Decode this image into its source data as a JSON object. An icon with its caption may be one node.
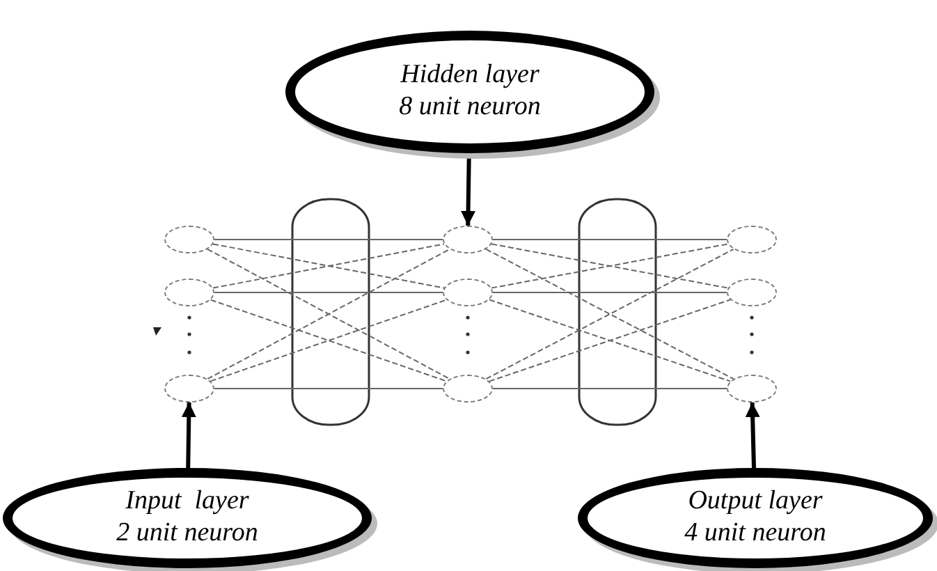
{
  "diagram": {
    "nodes": [
      {
        "text": [
          "Hidden layer",
          "8 unit neuron"
        ]
      },
      {
        "text": [],
        "shape": "ellipse"
      },
      {
        "text": [],
        "shape": "ellipse"
      },
      {
        "text": [],
        "shape": "ellipse"
      },
      {
        "text": [],
        "shape": "ellipse"
      },
      {
        "text": [],
        "shape": "ellipse"
      },
      {
        "text": [],
        "shape": "ellipse"
      },
      {
        "text": [],
        "shape": "ellipse"
      },
      {
        "text": [],
        "shape": "ellipse"
      },
      {
        "text": [],
        "shape": "ellipse"
      },
      {
        "text": [
          "Input  layer",
          "2 unit neuron"
        ]
      },
      {
        "text": [
          "Output layer",
          "4 unit neuron"
        ]
      }
    ],
    "edges": [
      {
        "from": 0,
        "to": 4,
        "arrow": "to",
        "style": "thick",
        "color": "#000000"
      },
      {
        "from": 10,
        "to": 3,
        "arrow": "to",
        "style": "thick",
        "color": "#000000"
      },
      {
        "from": 11,
        "to": 9,
        "arrow": "to",
        "style": "thick",
        "color": "#000000"
      },
      {
        "from": 1,
        "to": 4,
        "arrow": "none"
      },
      {
        "from": 1,
        "to": 5,
        "arrow": "none",
        "style": "dashed"
      },
      {
        "from": 1,
        "to": 6,
        "arrow": "none",
        "style": "dashed"
      },
      {
        "from": 2,
        "to": 4,
        "arrow": "none",
        "style": "dashed"
      },
      {
        "from": 2,
        "to": 5,
        "arrow": "none"
      },
      {
        "from": 2,
        "to": 6,
        "arrow": "none",
        "style": "dashed"
      },
      {
        "from": 3,
        "to": 4,
        "arrow": "none",
        "style": "dashed"
      },
      {
        "from": 3,
        "to": 5,
        "arrow": "none",
        "style": "dashed"
      },
      {
        "from": 3,
        "to": 6,
        "arrow": "none"
      },
      {
        "from": 4,
        "to": 7,
        "arrow": "none"
      },
      {
        "from": 4,
        "to": 8,
        "arrow": "none",
        "style": "dashed"
      },
      {
        "from": 4,
        "to": 9,
        "arrow": "none",
        "style": "dashed"
      },
      {
        "from": 5,
        "to": 7,
        "arrow": "none",
        "style": "dashed"
      },
      {
        "from": 5,
        "to": 8,
        "arrow": "none"
      },
      {
        "from": 5,
        "to": 9,
        "arrow": "none",
        "style": "dashed"
      },
      {
        "from": 6,
        "to": 7,
        "arrow": "none",
        "style": "dashed"
      },
      {
        "from": 6,
        "to": 8,
        "arrow": "none",
        "style": "dashed"
      },
      {
        "from": 6,
        "to": 9,
        "arrow": "none"
      }
    ]
  }
}
